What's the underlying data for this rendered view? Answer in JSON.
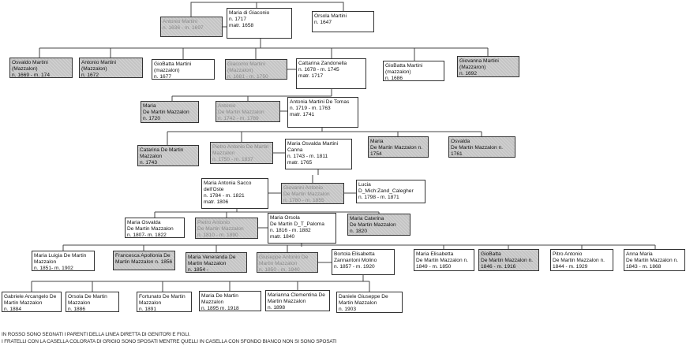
{
  "persons": [
    {
      "lines": [
        "Antonio Martini",
        "n. 1636 - m. 1697"
      ],
      "shaded": true,
      "direct_line": true
    },
    {
      "lines": [
        "Maria di Giaconio",
        "n. 1717",
        "matr. 1658"
      ],
      "shaded": false
    },
    {
      "lines": [
        "Orsola Martini",
        "n. 1647"
      ],
      "shaded": false
    },
    {
      "lines": [
        "Osvaldo Martini",
        "(Mazzalon)",
        "n. 1669 - m. 174"
      ],
      "shaded": true
    },
    {
      "lines": [
        "Antonio Martini",
        "(Mazzalon)",
        "n. 1672"
      ],
      "shaded": true
    },
    {
      "lines": [
        "GioBatta Martini",
        "(mazzalon)",
        "n. 1677"
      ],
      "shaded": false
    },
    {
      "lines": [
        "Giacomo Martini",
        "(Mazzalon)",
        "n. 1681 - m. 1750"
      ],
      "shaded": true,
      "direct_line": true
    },
    {
      "lines": [
        "Cattarina Zandonella",
        "n. 1678 - m. 1745",
        "matr. 1717"
      ],
      "shaded": false
    },
    {
      "lines": [
        "GioBatta Martini",
        "(mazzalon)",
        "n. 1686"
      ],
      "shaded": false
    },
    {
      "lines": [
        "Giovanna Martini",
        "(Mazzaron)",
        "n. 1692"
      ],
      "shaded": true
    },
    {
      "lines": [
        "Maria",
        "De Martin Mazzalon",
        "n. 1720"
      ],
      "shaded": true
    },
    {
      "lines": [
        "Antonio",
        "De Martin Mazzalon",
        "n. 1742 - m. 1789"
      ],
      "shaded": true,
      "direct_line": true
    },
    {
      "lines": [
        "Antonia Martini De Tomas",
        "n. 1719 - m. 1763",
        "matr. 1741"
      ],
      "shaded": false
    },
    {
      "lines": [
        "Catarina De Martin",
        "Mazzalon",
        "n. 1743"
      ],
      "shaded": true
    },
    {
      "lines": [
        "Pietro Antonio De Martin",
        "Mazzalon",
        "n. 1750 - m. 1837"
      ],
      "shaded": true,
      "direct_line": true
    },
    {
      "lines": [
        "Maria Osvalda Martini",
        "Canna",
        "n. 1743 - m. 1811",
        "matr. 1765"
      ],
      "shaded": false
    },
    {
      "lines": [
        "Maria",
        "De Martin Mazzalon n.",
        "1754"
      ],
      "shaded": true
    },
    {
      "lines": [
        "Osvalda",
        "De Martin Mazzalon n.",
        "1761"
      ],
      "shaded": true
    },
    {
      "lines": [
        "Maria Antonia Sacco",
        "dell'Oste",
        "n. 1784 - m. 1821",
        "matr. 1806"
      ],
      "shaded": false
    },
    {
      "lines": [
        "Giovanni Antonio",
        "De Martin Mazzalon",
        "n. 1780 - m. 1855"
      ],
      "shaded": true,
      "direct_line": true
    },
    {
      "lines": [
        "Lucia",
        "D_Mich:Zand_Calegher",
        "n. 1798 - m. 1871"
      ],
      "shaded": false
    },
    {
      "lines": [
        "Maria Osvalda",
        "De Martin Mazzalon",
        "n. 1807- m. 1822"
      ],
      "shaded": false
    },
    {
      "lines": [
        "Pietro Antonio",
        "De Martin Mazzalon",
        "n. 1810 - m. 1890"
      ],
      "shaded": true,
      "direct_line": true
    },
    {
      "lines": [
        "Maria Orsola",
        "De Martin D_T_Paloma",
        "n. 1816 - m. 1882",
        "matr. 1840"
      ],
      "shaded": false
    },
    {
      "lines": [
        "Maria Caterina",
        "De Martin Mazzalon",
        "n. 1820"
      ],
      "shaded": true
    },
    {
      "lines": [
        "Maria Luigia De Martin",
        "Mazzalon",
        "n. 1851- m. 1902"
      ],
      "shaded": false
    },
    {
      "lines": [
        "Francesca Apollonia De",
        "Martin Mazzalon n. 1856"
      ],
      "shaded": true
    },
    {
      "lines": [
        "Maria Veneranda De",
        "Martin Mazzalon",
        "n. 1854 -"
      ],
      "shaded": true
    },
    {
      "lines": [
        "Giuseppe Antonio De",
        "Martin Mazzalon",
        "n. 1850 - m. 1940"
      ],
      "shaded": true,
      "direct_line": true
    },
    {
      "lines": [
        "Bortola Elisabetta",
        "Zannantoni Molino",
        "n. 1857 - m. 1920"
      ],
      "shaded": false
    },
    {
      "lines": [
        "Maria Elisabetta",
        "De Martin Mazzalon n.",
        "1849 - m. 1850"
      ],
      "shaded": false
    },
    {
      "lines": [
        "GioBatta",
        "De Martin Mazzalon n.",
        "1846 - m. 1916"
      ],
      "shaded": true
    },
    {
      "lines": [
        "Pitro Antonio",
        "De Martin Mazzalon n.",
        "1844 - m. 1929"
      ],
      "shaded": false
    },
    {
      "lines": [
        "Anna Maria",
        "De Martin Mazzalon n.",
        "1843 - m. 1868"
      ],
      "shaded": false
    },
    {
      "lines": [
        "Gabriele Arcangelo De",
        "Martin Mazzalon",
        "n. 1884"
      ],
      "shaded": false
    },
    {
      "lines": [
        "Orsola De Martin",
        "Mazzalon",
        "n. 1886"
      ],
      "shaded": false
    },
    {
      "lines": [
        "Fortunato De Martin",
        "Mazzalon",
        "n. 1891"
      ],
      "shaded": false
    },
    {
      "lines": [
        "Maria De Martin",
        "Mazzalon",
        "n. 1895   m. 1918"
      ],
      "shaded": false
    },
    {
      "lines": [
        "Marianna Clementina De",
        "Martin Mazzalon",
        "n. 1898"
      ],
      "shaded": false
    },
    {
      "lines": [
        "Daniele Giuseppe De",
        "Martin Mazzalon",
        "n. 1903"
      ],
      "shaded": false
    }
  ],
  "legend": {
    "line1": "IN ROSSO  SONO SEGNATI I PARENTI DELLA LINEA DIRETTA DI GENITORI E FIGLI.",
    "line2": "I FRATELLI CON LA CASELLA COLORATA DI GRIGIO SONO SPOSATI MENTRE QUELLI IN CASELLA CON SFONDO BIANCO NON SI SONO SPOSATI"
  },
  "colors": {
    "shaded_box": "#c4c4c4",
    "direct_line_text": "#8a8a8a",
    "line": "#333333"
  }
}
